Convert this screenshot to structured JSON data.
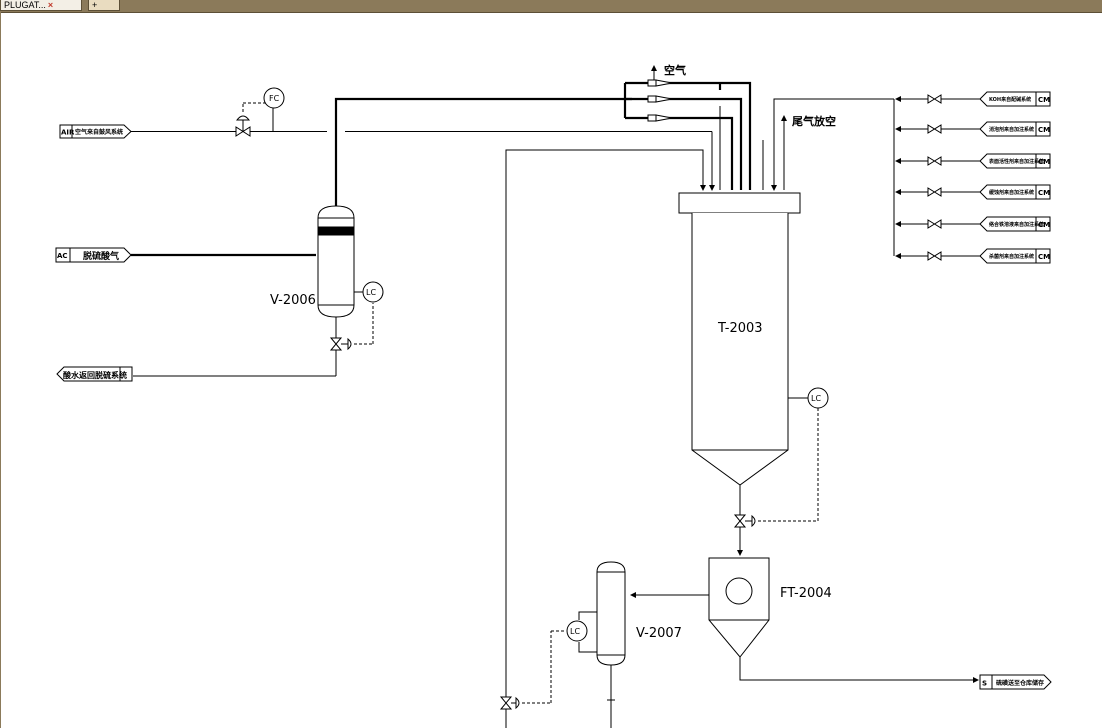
{
  "tabs": [
    {
      "label": "PLUGAT..."
    },
    {
      "label": "+"
    }
  ],
  "equipment": {
    "v2006": "V-2006",
    "t2003": "T-2003",
    "ft2004": "FT-2004",
    "v2007": "V-2007"
  },
  "instruments": {
    "fc": "FC",
    "lc1": "LC",
    "lc2": "LC",
    "lc3": "LC"
  },
  "streams": {
    "air_tag": "AIR",
    "air_desc": "空气来自鼓风系统",
    "ac_tag": "AC",
    "ac_desc": "脱硫酸气",
    "return_desc": "酸水返回脱硫系统",
    "kongqi": "空气",
    "vent": "尾气放空",
    "s_tag": "S",
    "s_desc": "硫磺送至仓库储存"
  },
  "cm_inlets": [
    {
      "desc": "KOH来自配碱系统",
      "tag": "CM"
    },
    {
      "desc": "消泡剂来自加注系统",
      "tag": "CM"
    },
    {
      "desc": "表面活性剂来自加注系统",
      "tag": "CM"
    },
    {
      "desc": "缓蚀剂来自加注系统",
      "tag": "CM"
    },
    {
      "desc": "络合铁溶液来自加注系统",
      "tag": "CM"
    },
    {
      "desc": "杀菌剂来自加注系统",
      "tag": "CM"
    }
  ]
}
